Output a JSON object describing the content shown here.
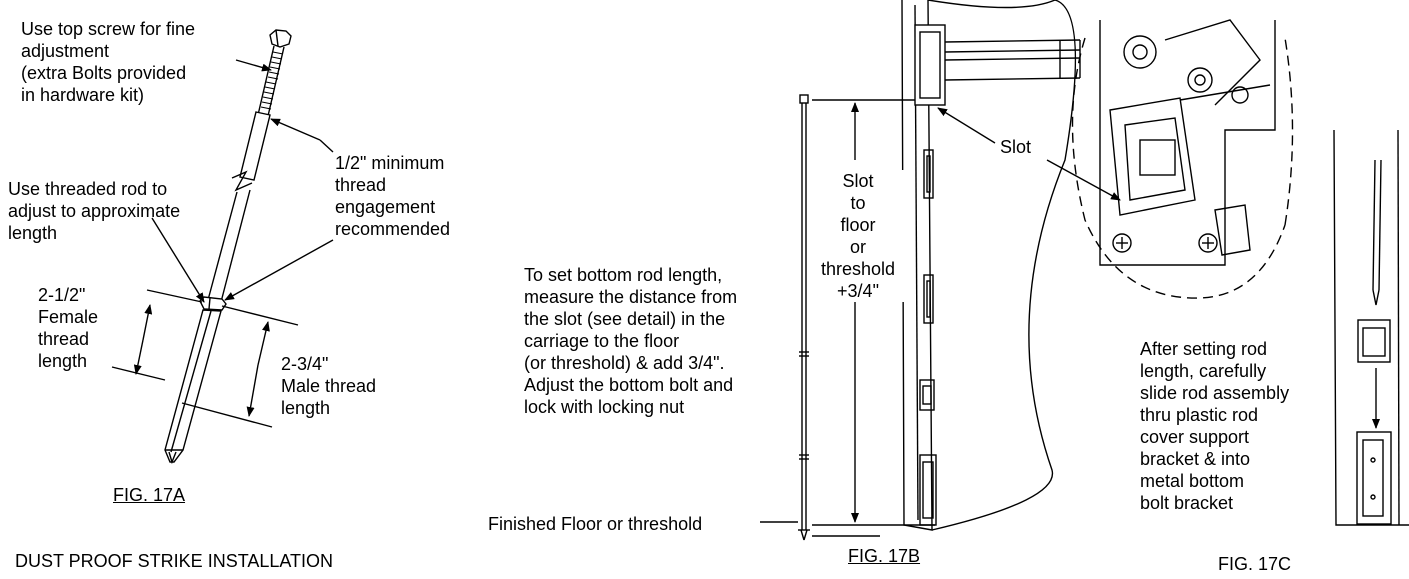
{
  "fig17a": {
    "caption": "FIG. 17A",
    "note_fine": [
      "Use top screw for fine",
      "adjustment",
      "(extra Bolts provided",
      "in hardware kit)"
    ],
    "note_engagement": [
      "1/2\" minimum",
      "thread",
      "engagement",
      "recommended"
    ],
    "note_threaded_rod": [
      "Use threaded rod to",
      "adjust to approximate",
      "length"
    ],
    "female_dim": [
      "2-1/2\"",
      "Female",
      "thread",
      "length"
    ],
    "male_dim": [
      "2-3/4\"",
      "Male thread",
      "length"
    ]
  },
  "fig17b": {
    "caption": "FIG. 17B",
    "instructions": [
      "To set bottom rod length,",
      "measure the distance from",
      "the slot (see detail) in the",
      "carriage to the floor",
      "(or threshold) & add 3/4\".",
      "Adjust the bottom bolt and",
      "lock with locking nut"
    ],
    "dimension": [
      "Slot",
      "to",
      "floor",
      "or",
      "threshold",
      "+3/4\""
    ],
    "floor_label": "Finished Floor or threshold",
    "slot_label": "Slot"
  },
  "fig17c": {
    "caption": "FIG. 17C",
    "note": [
      "After setting rod",
      "length, carefully",
      "slide rod assembly",
      "thru plastic rod",
      "cover support",
      "bracket & into",
      "metal bottom",
      "bolt bracket"
    ]
  },
  "footer_title": "DUST PROOF STRIKE INSTALLATION"
}
